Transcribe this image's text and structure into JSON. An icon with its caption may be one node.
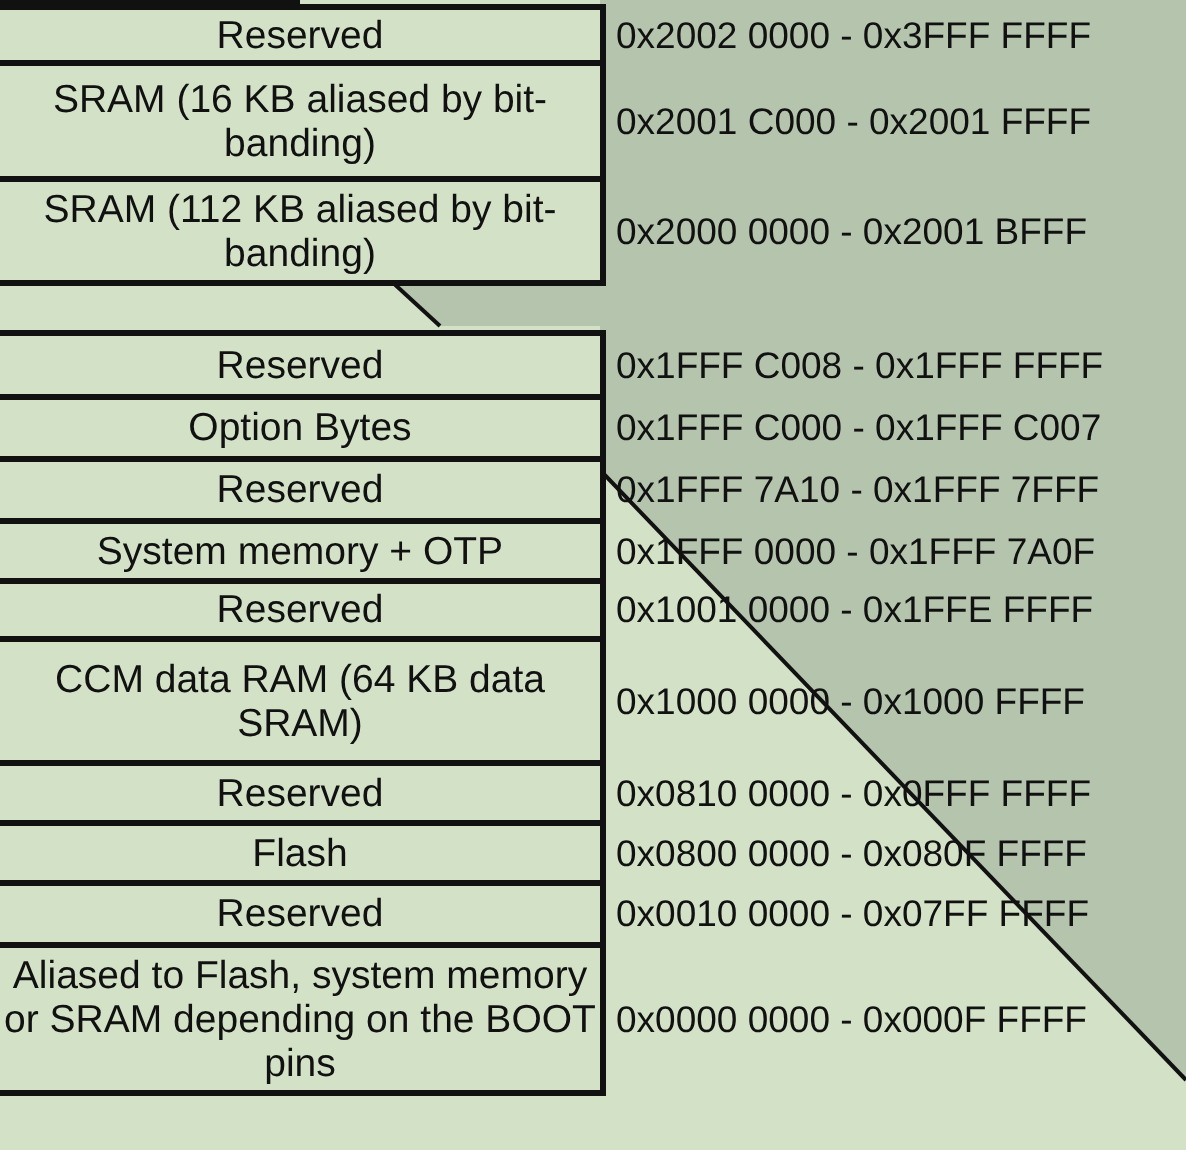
{
  "diagram": {
    "nodes": [
      {
        "text": [
          "Reserved"
        ],
        "beside": [
          "0x2002 0000 - 0x3FFF FFFF"
        ]
      },
      {
        "text": [
          "SRAM (16 KB aliased by bit-banding)"
        ],
        "beside": [
          "0x2001 C000 - 0x2001 FFFF"
        ]
      },
      {
        "text": [
          "SRAM (112 KB aliased by bit-banding)"
        ],
        "beside": [
          "0x2000 0000 - 0x2001 BFFF"
        ]
      },
      {
        "text": [
          "Reserved"
        ],
        "beside": [
          "0x1FFF C008 - 0x1FFF FFFF"
        ]
      },
      {
        "text": [
          "Option Bytes"
        ],
        "beside": [
          "0x1FFF C000 - 0x1FFF C007"
        ]
      },
      {
        "text": [
          "Reserved"
        ],
        "beside": [
          "0x1FFF 7A10 - 0x1FFF 7FFF"
        ]
      },
      {
        "text": [
          "System memory + OTP"
        ],
        "beside": [
          "0x1FFF 0000 - 0x1FFF 7A0F"
        ]
      },
      {
        "text": [
          "Reserved"
        ],
        "beside": [
          "0x1001 0000 - 0x1FFE FFFF"
        ]
      },
      {
        "text": [
          "CCM data RAM (64 KB data SRAM)"
        ],
        "beside": [
          "0x1000 0000 - 0x1000 FFFF"
        ]
      },
      {
        "text": [
          "Reserved"
        ],
        "beside": [
          "0x0810 0000 - 0x0FFF FFFF"
        ]
      },
      {
        "text": [
          "Flash"
        ],
        "beside": [
          "0x0800 0000 - 0x080F FFFF"
        ]
      },
      {
        "text": [
          "Reserved"
        ],
        "beside": [
          "0x0010 0000 - 0x07FF FFFF"
        ]
      },
      {
        "text": [
          "Aliased to Flash, system memory or SRAM depending on the BOOT pins"
        ],
        "beside": [
          "0x0000 0000 - 0x000F FFFF"
        ]
      }
    ]
  }
}
